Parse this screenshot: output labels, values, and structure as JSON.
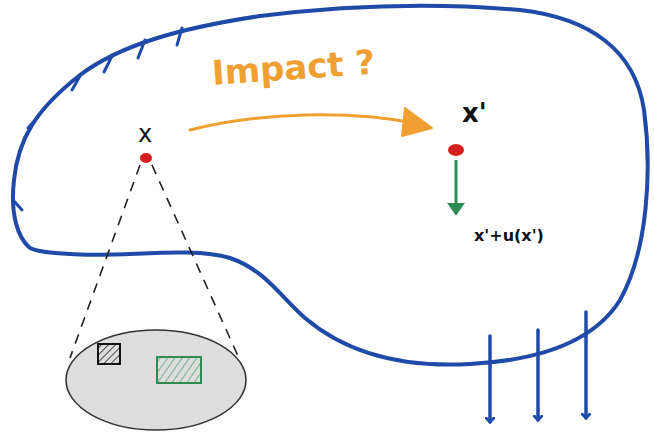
{
  "diagram": {
    "labels": [
      "Impact ?",
      "x",
      "x'",
      "x'+u(x')"
    ]
  }
}
